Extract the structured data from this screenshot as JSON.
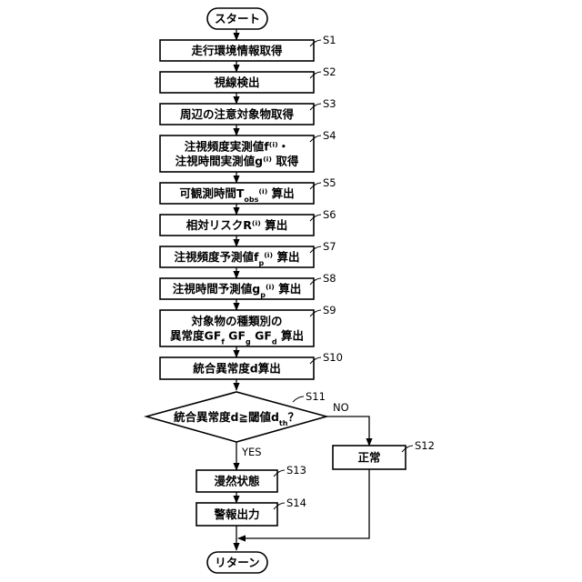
{
  "flowchart": {
    "start": "スタート",
    "end": "リターン",
    "steps": [
      {
        "id": "S1",
        "lines": [
          "走行環境情報取得"
        ]
      },
      {
        "id": "S2",
        "lines": [
          "視線検出"
        ]
      },
      {
        "id": "S3",
        "lines": [
          "周辺の注意対象物取得"
        ]
      },
      {
        "id": "S4",
        "lines": [
          "注視頻度実測値f⁽ⁱ⁾・",
          "注視時間実測値g⁽ⁱ⁾ 取得"
        ]
      },
      {
        "id": "S5",
        "lines": [
          "可観測時間T_obs⁽ⁱ⁾ 算出"
        ]
      },
      {
        "id": "S6",
        "lines": [
          "相対リスクR⁽ⁱ⁾ 算出"
        ]
      },
      {
        "id": "S7",
        "lines": [
          "注視頻度予測値f_p⁽ⁱ⁾ 算出"
        ]
      },
      {
        "id": "S8",
        "lines": [
          "注視時間予測値g_p⁽ⁱ⁾ 算出"
        ]
      },
      {
        "id": "S9",
        "lines": [
          "対象物の種類別の",
          "異常度GF_f GF_g GF_d 算出"
        ]
      },
      {
        "id": "S10",
        "lines": [
          "統合異常度d算出"
        ]
      }
    ],
    "decision": {
      "id": "S11",
      "text": "統合異常度d≧閾値d_th？"
    },
    "branch_yes": "YES",
    "branch_no": "NO",
    "yes_steps": [
      {
        "id": "S13",
        "lines": [
          "漫然状態"
        ]
      },
      {
        "id": "S14",
        "lines": [
          "警報出力"
        ]
      }
    ],
    "no_step": {
      "id": "S12",
      "lines": [
        "正常"
      ]
    }
  }
}
